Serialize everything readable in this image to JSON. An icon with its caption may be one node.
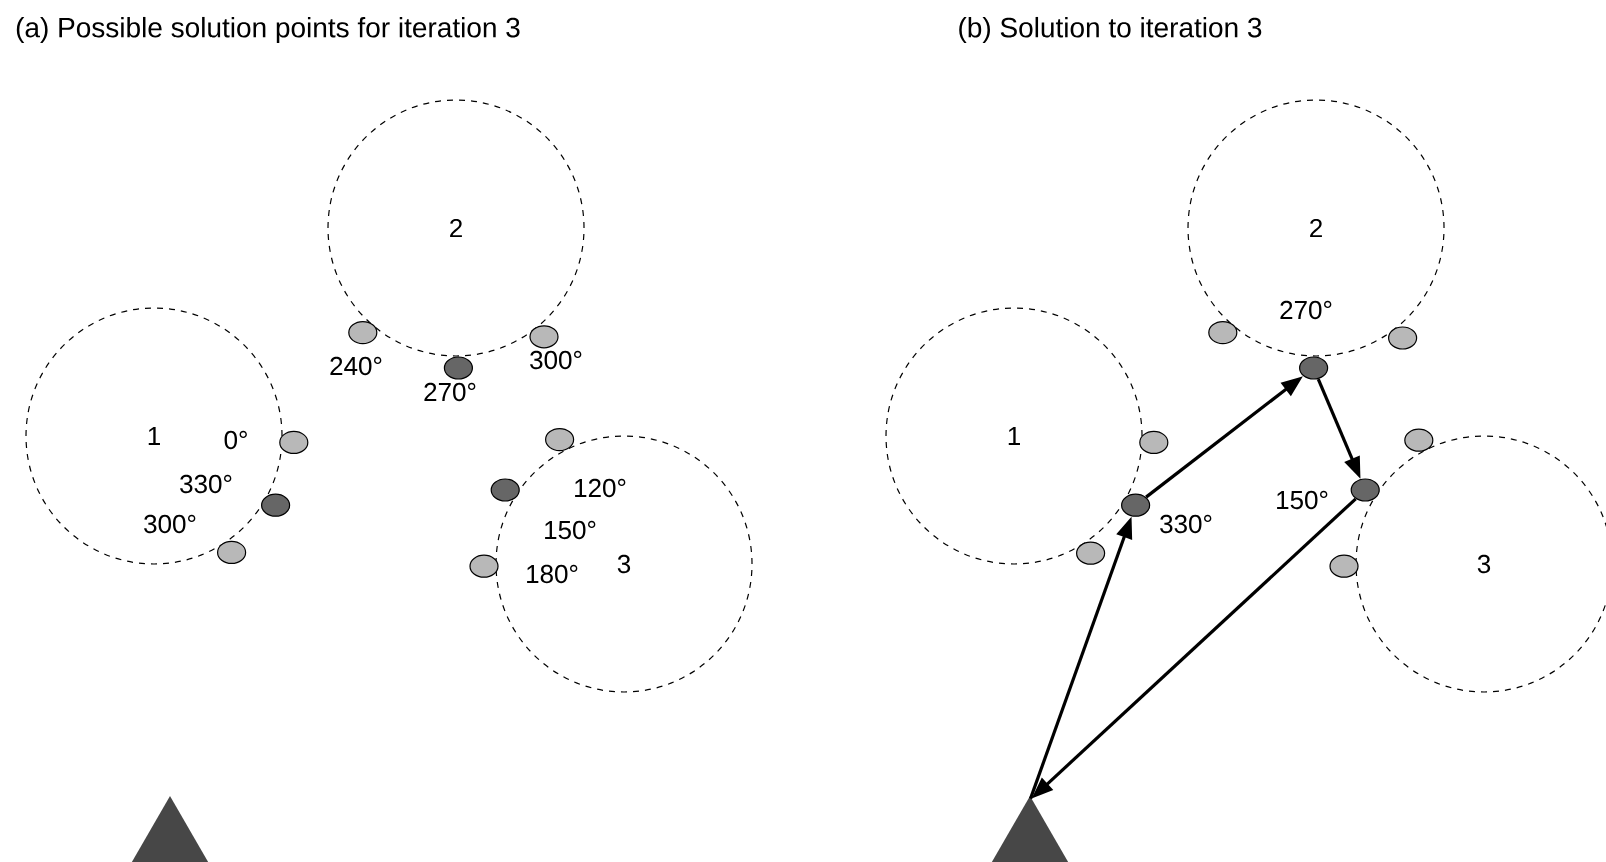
{
  "diagram": {
    "nodes": [
      {
        "text": [
          "1"
        ]
      },
      {
        "text": [],
        "shape": "circle"
      },
      {
        "text": [],
        "shape": "circle"
      },
      {
        "text": [],
        "shape": "circle"
      },
      {
        "text": [
          "2"
        ]
      },
      {
        "text": [],
        "shape": "circle"
      },
      {
        "text": [],
        "shape": "circle"
      },
      {
        "text": [],
        "shape": "circle"
      },
      {
        "text": [
          "3"
        ]
      },
      {
        "text": [],
        "shape": "circle"
      },
      {
        "text": [],
        "shape": "circle"
      },
      {
        "text": [],
        "shape": "circle"
      },
      {
        "text": [],
        "shape": "triangle"
      },
      {
        "text": [
          "1"
        ]
      },
      {
        "text": [],
        "shape": "circle"
      },
      {
        "text": [],
        "shape": "circle"
      },
      {
        "text": [],
        "shape": "circle"
      },
      {
        "text": [
          "2"
        ]
      },
      {
        "text": [],
        "shape": "circle"
      },
      {
        "text": [],
        "shape": "circle"
      },
      {
        "text": [],
        "shape": "circle"
      },
      {
        "text": [
          "3"
        ]
      },
      {
        "text": [],
        "shape": "circle"
      },
      {
        "text": [],
        "shape": "circle"
      },
      {
        "text": [],
        "shape": "circle"
      },
      {
        "text": [],
        "shape": "triangle"
      }
    ],
    "edges": [
      {
        "from": 25,
        "to": 15,
        "arrow": "to"
      },
      {
        "from": 15,
        "to": 19,
        "arrow": "to"
      },
      {
        "from": 19,
        "to": 23,
        "arrow": "to"
      },
      {
        "from": 23,
        "to": 25,
        "arrow": "to"
      }
    ],
    "labels": [
      "(a) Possible solution points for iteration 3",
      "(b) Solution to iteration 3",
      "240°",
      "300°",
      "270°",
      "0°",
      "330°",
      "300°",
      "120°",
      "150°",
      "180°",
      "270°",
      "330°",
      "150°"
    ]
  }
}
